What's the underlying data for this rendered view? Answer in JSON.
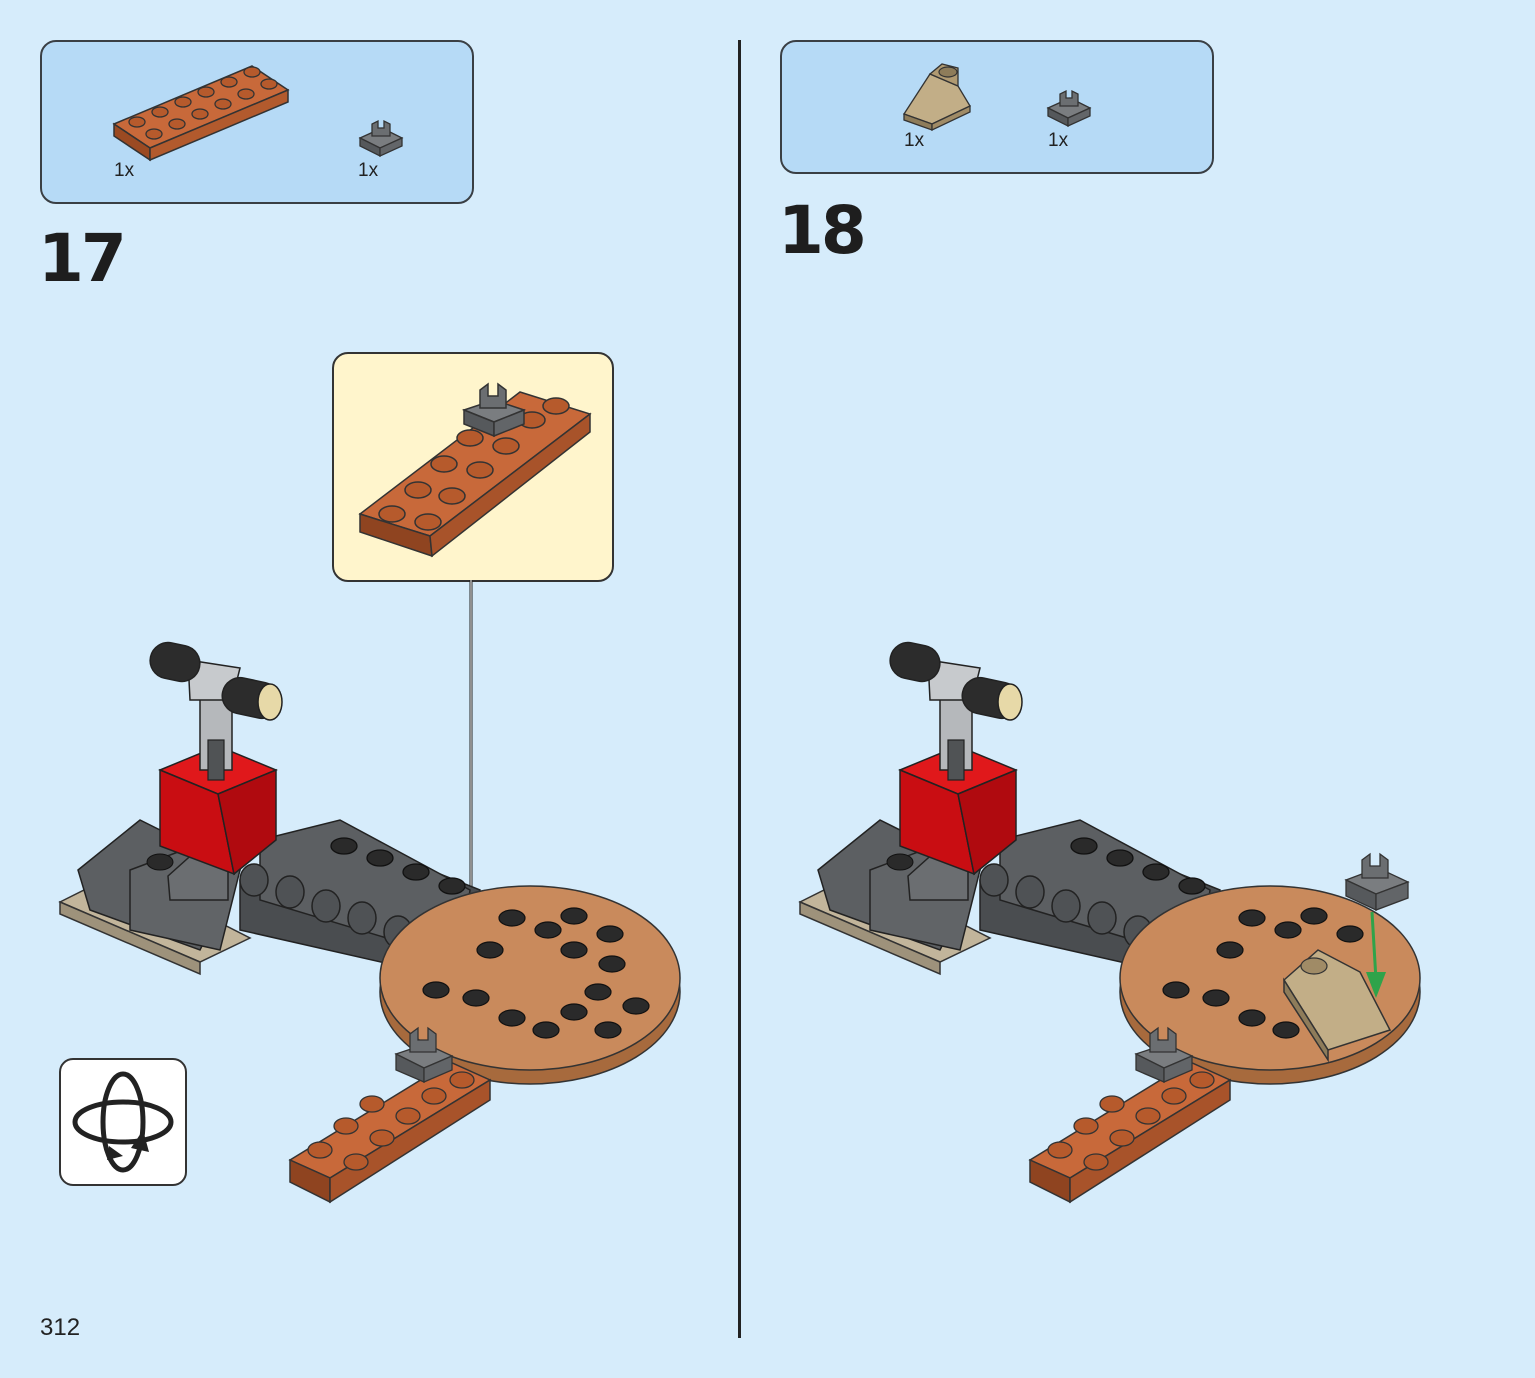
{
  "page": {
    "number": "312"
  },
  "steps": [
    {
      "number": "17",
      "parts": [
        {
          "name": "brown-plate-2x6",
          "qty": "1x",
          "color": "#b65a2c"
        },
        {
          "name": "gray-clip-plate",
          "qty": "1x",
          "color": "#6b6e71"
        }
      ]
    },
    {
      "number": "18",
      "parts": [
        {
          "name": "tan-slope",
          "qty": "1x",
          "color": "#b9a582"
        },
        {
          "name": "gray-clip-plate",
          "qty": "1x",
          "color": "#6b6e71"
        }
      ]
    }
  ],
  "colors": {
    "background": "#d6ecfb",
    "parts_box": "#b6daf6",
    "callout": "#fff5cc",
    "brown": "#b65a2c",
    "round_base": "#c98a5c",
    "red": "#e0181b",
    "dark_gray": "#5c5f62",
    "black": "#2a2a2a",
    "tan": "#c2b59b",
    "arrow_green": "#2fa34a"
  },
  "icons": {
    "rotate": "rotate-model-icon",
    "arrow": "down-arrow-icon"
  }
}
